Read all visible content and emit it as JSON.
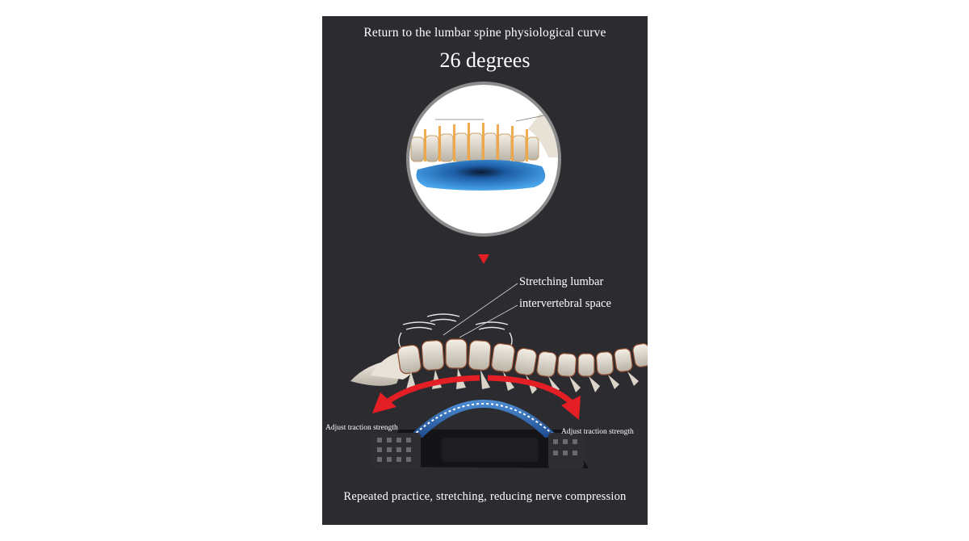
{
  "headline": "Return to the lumbar spine physiological curve",
  "angle_label": "26 degrees",
  "callout": {
    "line1": "Stretching lumbar",
    "line2": "intervertebral space"
  },
  "adjust_left": "Adjust traction strength",
  "adjust_right": "Adjust traction strength",
  "footer": "Repeated practice, stretching, reducing nerve compression",
  "colors": {
    "background": "#2b2b30",
    "arrow_red": "#e31e24",
    "cushion_blue": "#3a8fd8"
  },
  "icons": [
    "down-triangle-icon",
    "vibration-wave-icon",
    "curved-arrow-icon"
  ]
}
